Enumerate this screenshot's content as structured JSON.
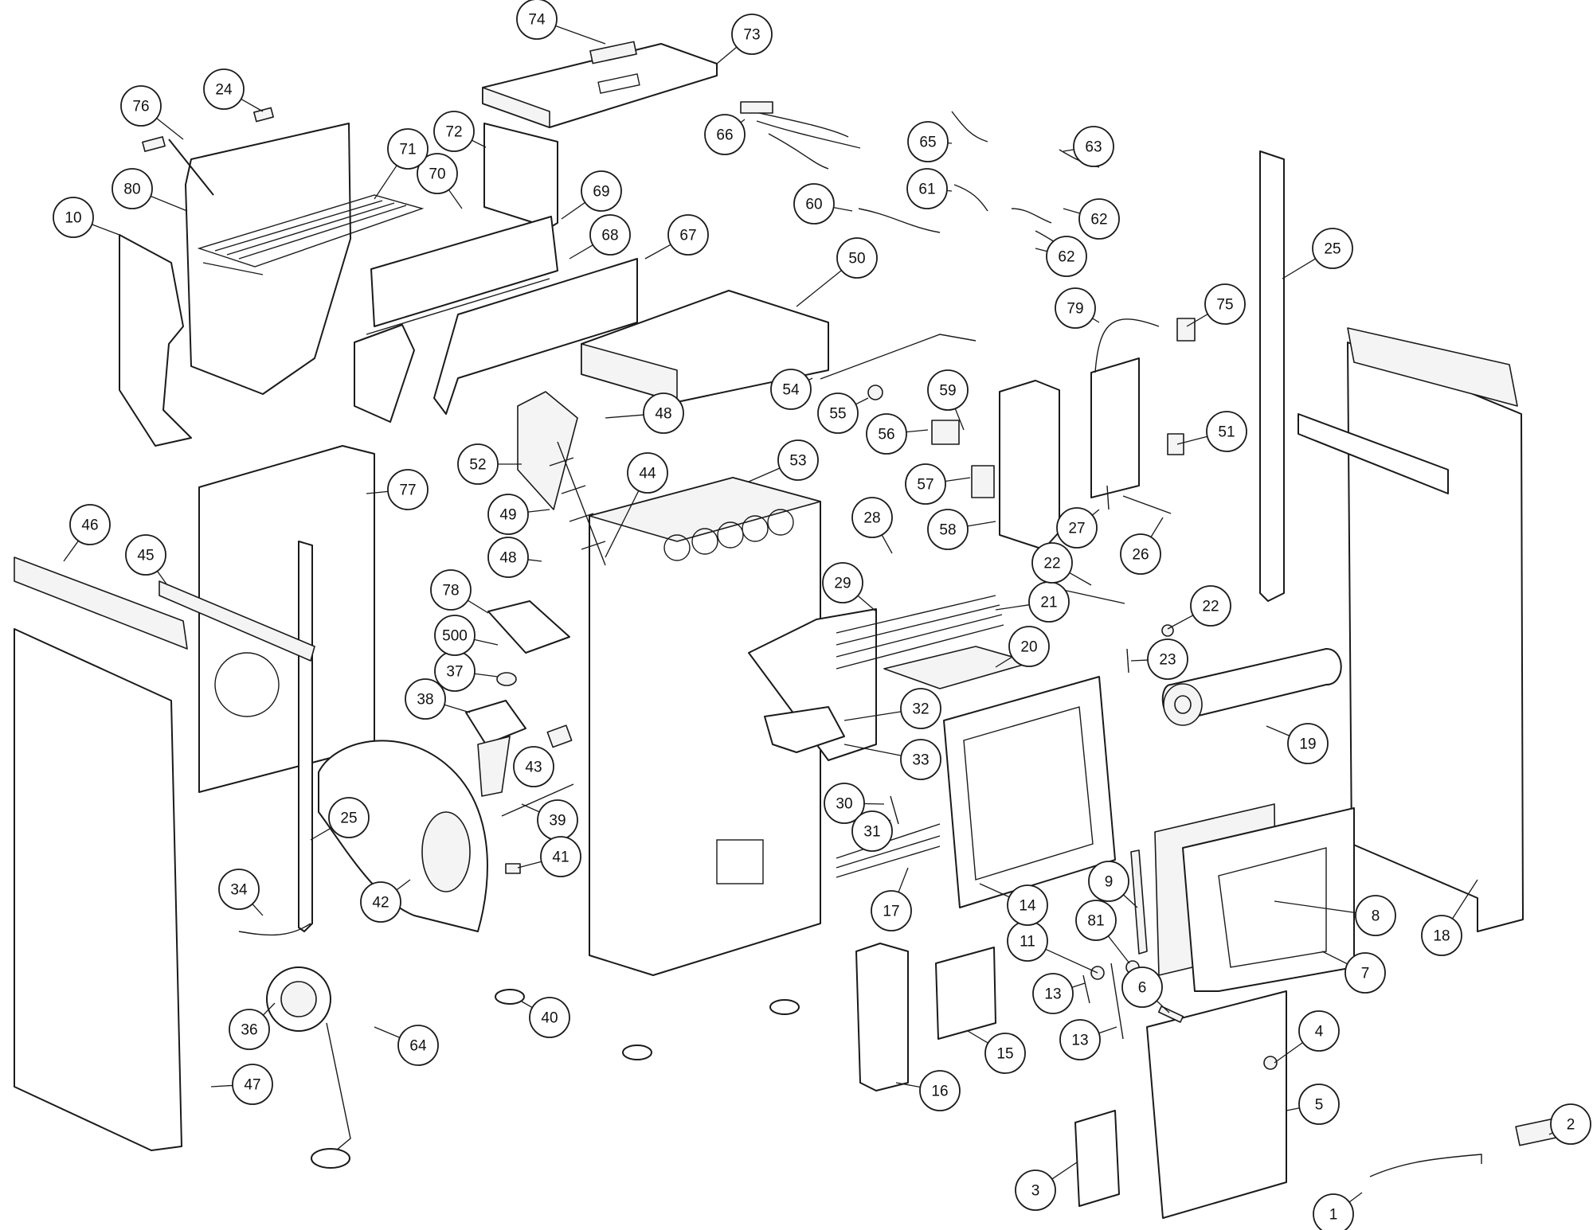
{
  "diagram": {
    "type": "exploded-parts-diagram",
    "callouts": [
      {
        "id": "c1",
        "label": "1"
      },
      {
        "id": "c2",
        "label": "2"
      },
      {
        "id": "c3",
        "label": "3"
      },
      {
        "id": "c4",
        "label": "4"
      },
      {
        "id": "c5",
        "label": "5"
      },
      {
        "id": "c6",
        "label": "6"
      },
      {
        "id": "c7",
        "label": "7"
      },
      {
        "id": "c8",
        "label": "8"
      },
      {
        "id": "c9",
        "label": "9"
      },
      {
        "id": "c10",
        "label": "10"
      },
      {
        "id": "c11",
        "label": "11"
      },
      {
        "id": "c13a",
        "label": "13"
      },
      {
        "id": "c13b",
        "label": "13"
      },
      {
        "id": "c14",
        "label": "14"
      },
      {
        "id": "c15",
        "label": "15"
      },
      {
        "id": "c16",
        "label": "16"
      },
      {
        "id": "c17",
        "label": "17"
      },
      {
        "id": "c18",
        "label": "18"
      },
      {
        "id": "c19",
        "label": "19"
      },
      {
        "id": "c20",
        "label": "20"
      },
      {
        "id": "c21",
        "label": "21"
      },
      {
        "id": "c22a",
        "label": "22"
      },
      {
        "id": "c22b",
        "label": "22"
      },
      {
        "id": "c23",
        "label": "23"
      },
      {
        "id": "c24",
        "label": "24"
      },
      {
        "id": "c25a",
        "label": "25"
      },
      {
        "id": "c25b",
        "label": "25"
      },
      {
        "id": "c26",
        "label": "26"
      },
      {
        "id": "c27",
        "label": "27"
      },
      {
        "id": "c28",
        "label": "28"
      },
      {
        "id": "c29",
        "label": "29"
      },
      {
        "id": "c30",
        "label": "30"
      },
      {
        "id": "c31",
        "label": "31"
      },
      {
        "id": "c32",
        "label": "32"
      },
      {
        "id": "c33",
        "label": "33"
      },
      {
        "id": "c34",
        "label": "34"
      },
      {
        "id": "c36",
        "label": "36"
      },
      {
        "id": "c37",
        "label": "37"
      },
      {
        "id": "c38",
        "label": "38"
      },
      {
        "id": "c39",
        "label": "39"
      },
      {
        "id": "c40",
        "label": "40"
      },
      {
        "id": "c41",
        "label": "41"
      },
      {
        "id": "c42",
        "label": "42"
      },
      {
        "id": "c43",
        "label": "43"
      },
      {
        "id": "c44",
        "label": "44"
      },
      {
        "id": "c45",
        "label": "45"
      },
      {
        "id": "c46",
        "label": "46"
      },
      {
        "id": "c47",
        "label": "47"
      },
      {
        "id": "c48a",
        "label": "48"
      },
      {
        "id": "c48b",
        "label": "48"
      },
      {
        "id": "c49",
        "label": "49"
      },
      {
        "id": "c50",
        "label": "50"
      },
      {
        "id": "c51",
        "label": "51"
      },
      {
        "id": "c52",
        "label": "52"
      },
      {
        "id": "c53",
        "label": "53"
      },
      {
        "id": "c54",
        "label": "54"
      },
      {
        "id": "c55",
        "label": "55"
      },
      {
        "id": "c56",
        "label": "56"
      },
      {
        "id": "c57",
        "label": "57"
      },
      {
        "id": "c58",
        "label": "58"
      },
      {
        "id": "c59",
        "label": "59"
      },
      {
        "id": "c60",
        "label": "60"
      },
      {
        "id": "c61",
        "label": "61"
      },
      {
        "id": "c62a",
        "label": "62"
      },
      {
        "id": "c62b",
        "label": "62"
      },
      {
        "id": "c63",
        "label": "63"
      },
      {
        "id": "c64",
        "label": "64"
      },
      {
        "id": "c65",
        "label": "65"
      },
      {
        "id": "c66",
        "label": "66"
      },
      {
        "id": "c67",
        "label": "67"
      },
      {
        "id": "c68",
        "label": "68"
      },
      {
        "id": "c69",
        "label": "69"
      },
      {
        "id": "c70",
        "label": "70"
      },
      {
        "id": "c71",
        "label": "71"
      },
      {
        "id": "c72",
        "label": "72"
      },
      {
        "id": "c73",
        "label": "73"
      },
      {
        "id": "c74",
        "label": "74"
      },
      {
        "id": "c75",
        "label": "75"
      },
      {
        "id": "c76",
        "label": "76"
      },
      {
        "id": "c77",
        "label": "77"
      },
      {
        "id": "c78",
        "label": "78"
      },
      {
        "id": "c79",
        "label": "79"
      },
      {
        "id": "c80",
        "label": "80"
      },
      {
        "id": "c81",
        "label": "81"
      },
      {
        "id": "c500",
        "label": "500"
      }
    ]
  }
}
